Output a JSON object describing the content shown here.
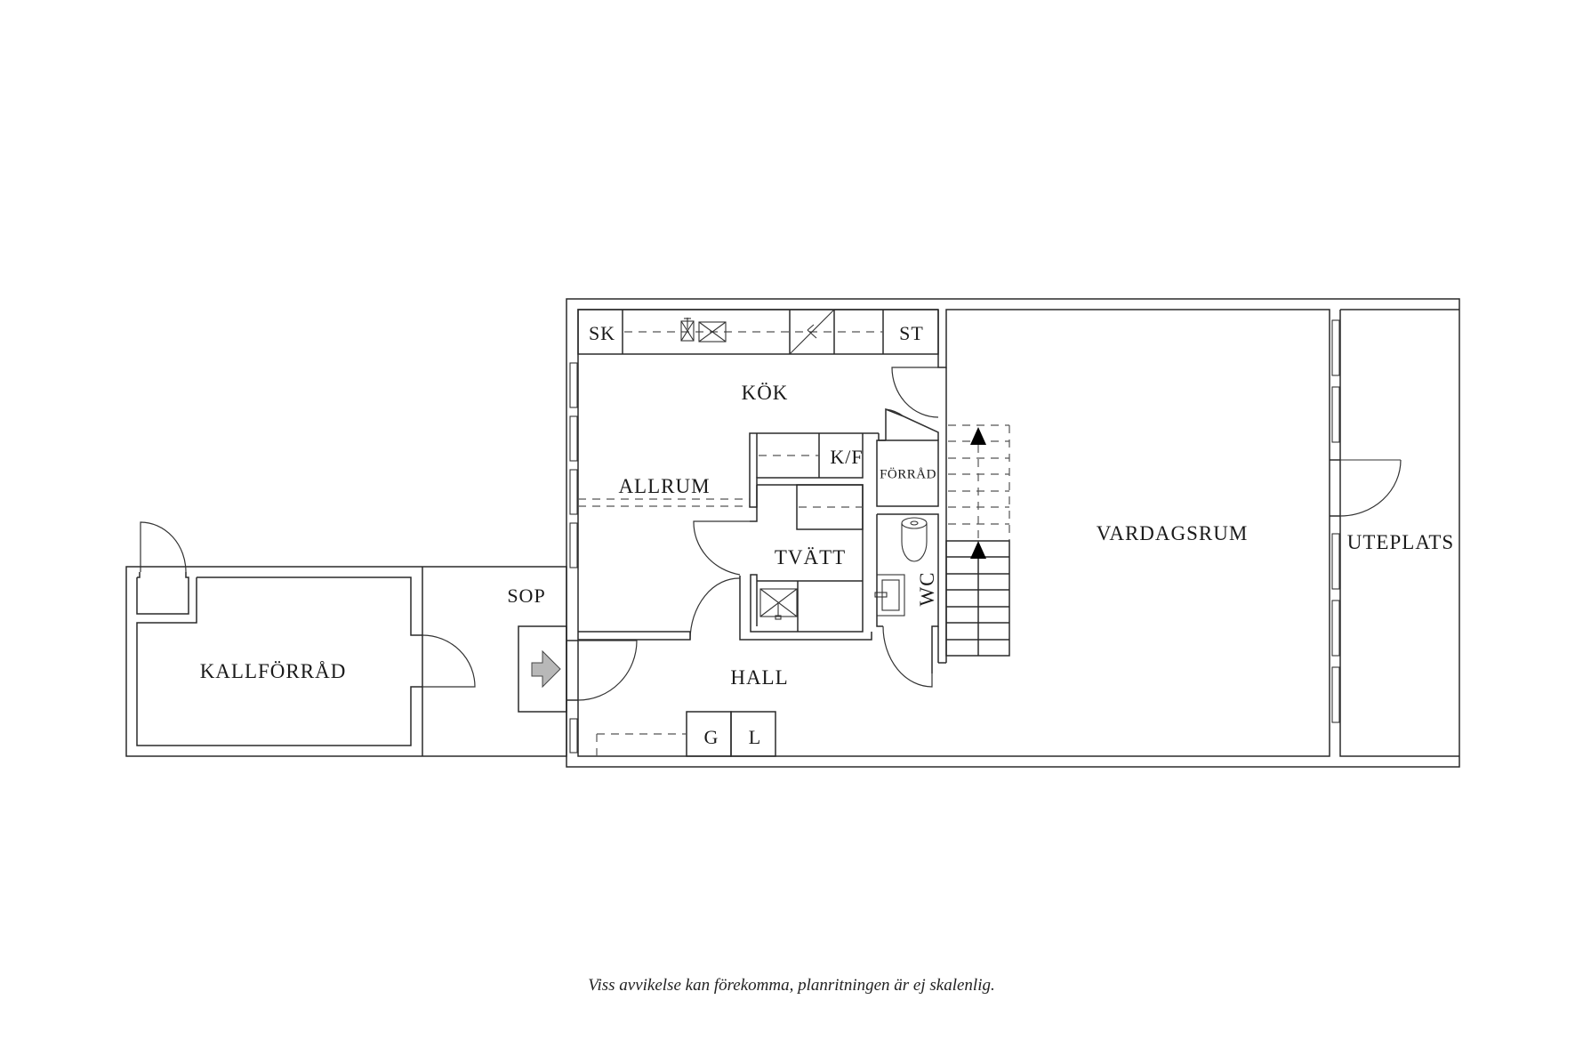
{
  "floorplan": {
    "rooms": {
      "kok": "KÖK",
      "allrum": "ALLRUM",
      "tvatt": "TVÄTT",
      "forrad": "FÖRRÅD",
      "wc": "WC",
      "hall": "HALL",
      "vardagsrum": "VARDAGSRUM",
      "uteplats": "UTEPLATS",
      "kallforrad": "KALLFÖRRÅD",
      "sop": "SOP"
    },
    "fixtures": {
      "sk": "SK",
      "st": "ST",
      "kf": "K/F",
      "g": "G",
      "l": "L"
    },
    "icons": {
      "entrance": "entrance-arrow-icon",
      "stair_up": "stair-up-arrow-icon",
      "toilet": "toilet-icon",
      "sink": "sink-icon",
      "stove": "stove-icon",
      "dishwasher": "dishwasher-icon",
      "shower": "shower-icon"
    },
    "colors": {
      "line": "#2a2a2a",
      "entrance_arrow": "#b8b8b8",
      "background": "#ffffff"
    }
  },
  "caption": "Viss avvikelse kan förekomma, planritningen är ej skalenlig."
}
